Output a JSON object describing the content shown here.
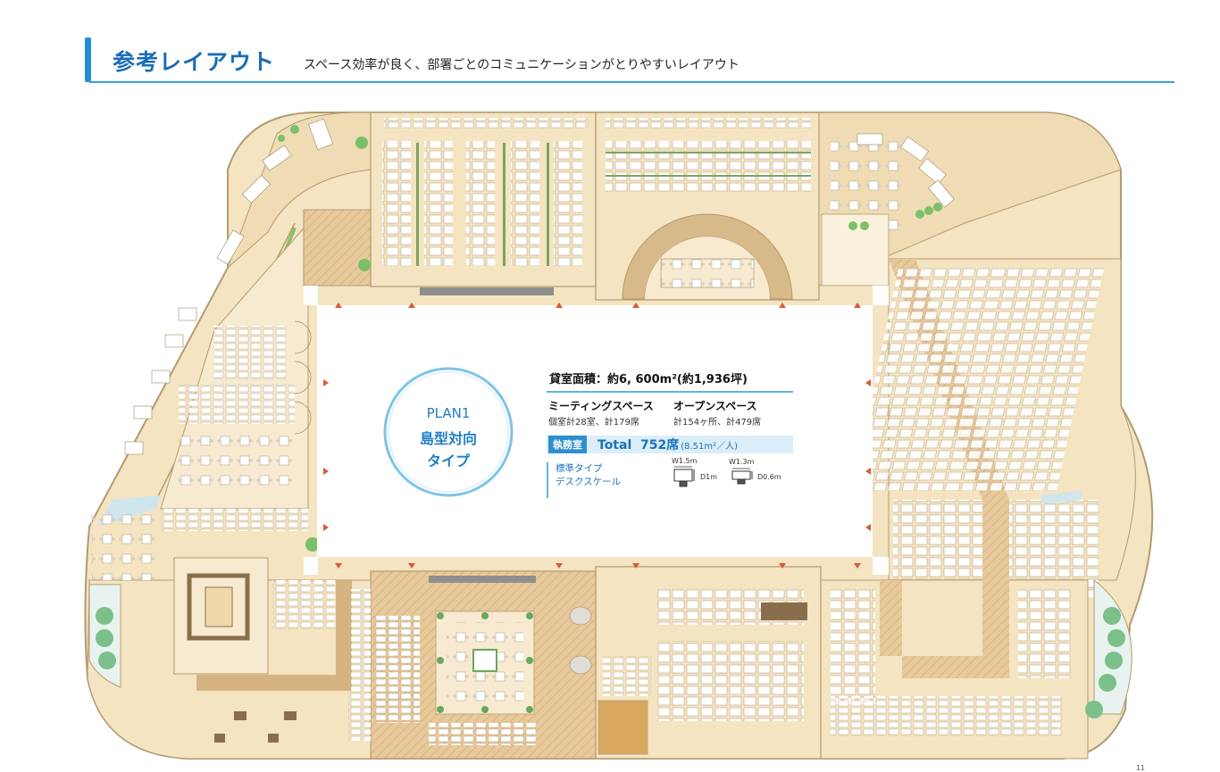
{
  "header": {
    "title": "参考レイアウト",
    "subtitle": "スペース効率が良く、部署ごとのコミュニケーションがとりやすいレイアウト"
  },
  "badge": {
    "plan": "PLAN1",
    "line1": "島型対向",
    "line2": "タイプ"
  },
  "info": {
    "area": "貸室面積：約6, 600m²(約1,936坪)",
    "meeting_title": "ミーティングスペース",
    "meeting_value": "個室計28室、計179席",
    "open_title": "オープンスペース",
    "open_value": "計154ヶ所、計479席",
    "office_tag": "執務室",
    "total": "Total  752席",
    "total_unit": "(8.51m²／人)",
    "scale_line1": "標準タイプ",
    "scale_line2": "デスクスケール",
    "desk1_w": "W1.5m",
    "desk1_d": "D1m",
    "desk2_w": "W1.3m",
    "desk2_d": "D0.6m"
  },
  "page_number": "11",
  "colors": {
    "accent": "#1f8fd3",
    "floor": "#f4e4c1",
    "wall": "#c9b48a",
    "wood": "#e6c9a0",
    "desk": "#ffffff",
    "circle": "#7cc4e8"
  }
}
